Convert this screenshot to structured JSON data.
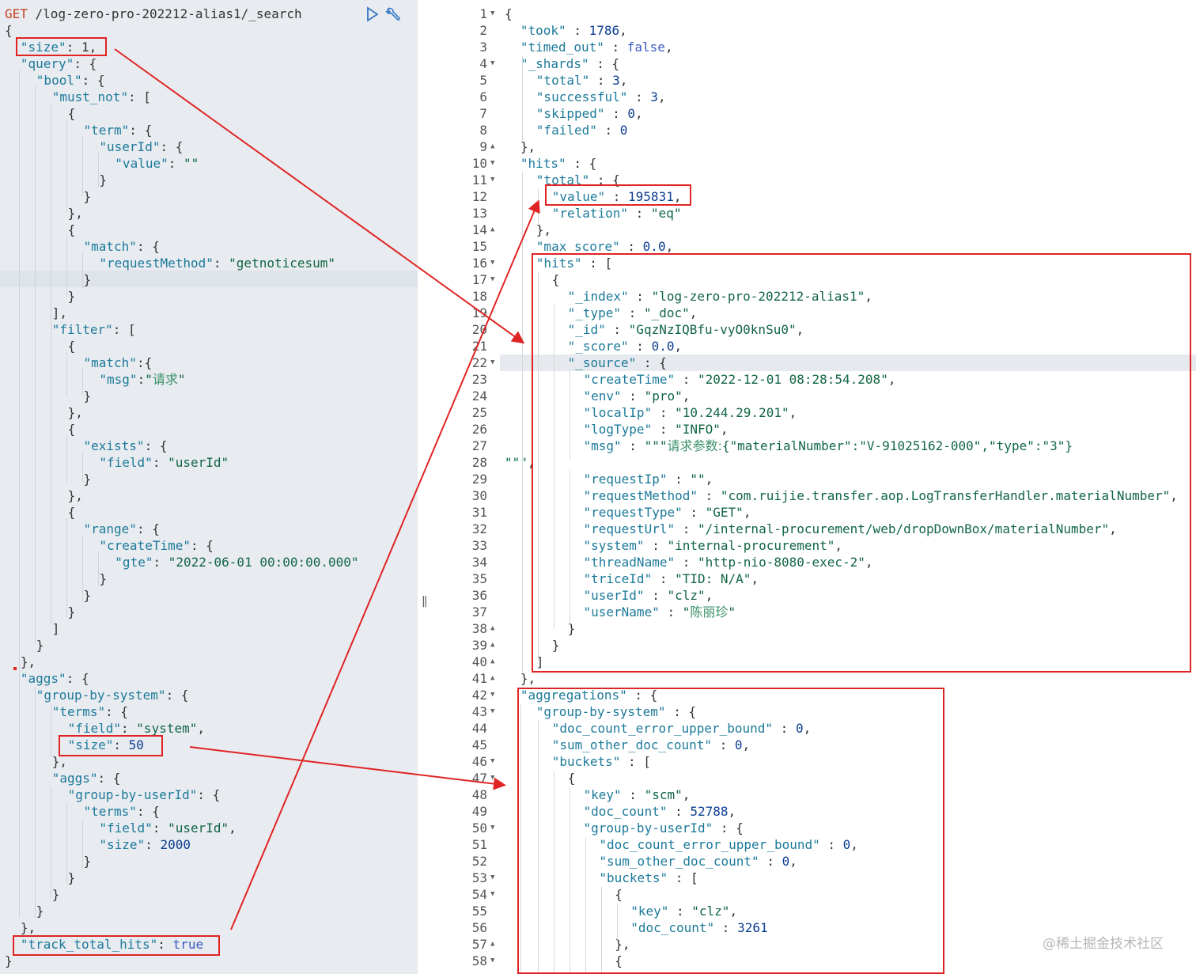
{
  "request": {
    "method": "GET",
    "path": " /log-zero-pro-202212-alias1/_search",
    "lines": [
      [
        [
          "p",
          "{"
        ]
      ],
      [
        [
          "k",
          "\"size\""
        ],
        [
          "p",
          ": 1,"
        ]
      ],
      [
        [
          "k",
          "\"query\""
        ],
        [
          "p",
          ": {"
        ]
      ],
      [
        [
          "k",
          "\"bool\""
        ],
        [
          "p",
          ": {"
        ]
      ],
      [
        [
          "k",
          "\"must_not\""
        ],
        [
          "p",
          ": ["
        ]
      ],
      [
        [
          "p",
          "{"
        ]
      ],
      [
        [
          "k",
          "\"term\""
        ],
        [
          "p",
          ": {"
        ]
      ],
      [
        [
          "k",
          "\"userId\""
        ],
        [
          "p",
          ": {"
        ]
      ],
      [
        [
          "k",
          "\"value\""
        ],
        [
          "p",
          ": "
        ],
        [
          "s",
          "\"\""
        ]
      ],
      [
        [
          "p",
          "}"
        ]
      ],
      [
        [
          "p",
          "}"
        ]
      ],
      [
        [
          "p",
          "},"
        ]
      ],
      [
        [
          "p",
          "{"
        ]
      ],
      [
        [
          "k",
          "\"match\""
        ],
        [
          "p",
          ": {"
        ]
      ],
      [
        [
          "k",
          "\"requestMethod\""
        ],
        [
          "p",
          ": "
        ],
        [
          "s",
          "\"getnoticesum\""
        ]
      ],
      [
        [
          "p",
          "}"
        ]
      ],
      [
        [
          "p",
          "}"
        ]
      ],
      [
        [
          "p",
          "],"
        ]
      ],
      [
        [
          "k",
          "\"filter\""
        ],
        [
          "p",
          ": ["
        ]
      ],
      [
        [
          "p",
          "{"
        ]
      ],
      [
        [
          "k",
          "\"match\""
        ],
        [
          "p",
          ":{"
        ]
      ],
      [
        [
          "k",
          "\"msg\""
        ],
        [
          "p",
          ":"
        ],
        [
          "s",
          "\""
        ],
        [
          "cn",
          "请求"
        ],
        [
          "s",
          "\""
        ]
      ],
      [
        [
          "p",
          "}"
        ]
      ],
      [
        [
          "p",
          "},"
        ]
      ],
      [
        [
          "p",
          "{"
        ]
      ],
      [
        [
          "k",
          "\"exists\""
        ],
        [
          "p",
          ": {"
        ]
      ],
      [
        [
          "k",
          "\"field\""
        ],
        [
          "p",
          ": "
        ],
        [
          "s",
          "\"userId\""
        ]
      ],
      [
        [
          "p",
          "}"
        ]
      ],
      [
        [
          "p",
          "},"
        ]
      ],
      [
        [
          "p",
          "{"
        ]
      ],
      [
        [
          "k",
          "\"range\""
        ],
        [
          "p",
          ": {"
        ]
      ],
      [
        [
          "k",
          "\"createTime\""
        ],
        [
          "p",
          ": {"
        ]
      ],
      [
        [
          "k",
          "\"gte\""
        ],
        [
          "p",
          ": "
        ],
        [
          "s",
          "\"2022-06-01 00:00:00.000\""
        ]
      ],
      [
        [
          "p",
          "}"
        ]
      ],
      [
        [
          "p",
          "}"
        ]
      ],
      [
        [
          "p",
          "}"
        ]
      ],
      [
        [
          "p",
          "]"
        ]
      ],
      [
        [
          "p",
          "}"
        ]
      ],
      [
        [
          "p",
          "},"
        ]
      ],
      [
        [
          "k",
          "\"aggs\""
        ],
        [
          "p",
          ": {"
        ]
      ],
      [
        [
          "k",
          "\"group-by-system\""
        ],
        [
          "p",
          ": {"
        ]
      ],
      [
        [
          "k",
          "\"terms\""
        ],
        [
          "p",
          ": {"
        ]
      ],
      [
        [
          "k",
          "\"field\""
        ],
        [
          "p",
          ": "
        ],
        [
          "s",
          "\"system\""
        ],
        [
          "p",
          ","
        ]
      ],
      [
        [
          "k",
          "\"size\""
        ],
        [
          "p",
          ": "
        ],
        [
          "n",
          "50"
        ]
      ],
      [
        [
          "p",
          "},"
        ]
      ],
      [
        [
          "k",
          "\"aggs\""
        ],
        [
          "p",
          ": {"
        ]
      ],
      [
        [
          "k",
          "\"group-by-userId\""
        ],
        [
          "p",
          ": {"
        ]
      ],
      [
        [
          "k",
          "\"terms\""
        ],
        [
          "p",
          ": {"
        ]
      ],
      [
        [
          "k",
          "\"field\""
        ],
        [
          "p",
          ": "
        ],
        [
          "s",
          "\"userId\""
        ],
        [
          "p",
          ","
        ]
      ],
      [
        [
          "k",
          "\"size\""
        ],
        [
          "p",
          ": "
        ],
        [
          "n",
          "2000"
        ]
      ],
      [
        [
          "p",
          "}"
        ]
      ],
      [
        [
          "p",
          "}"
        ]
      ],
      [
        [
          "p",
          "}"
        ]
      ],
      [
        [
          "p",
          "}"
        ]
      ],
      [
        [
          "p",
          "},"
        ]
      ],
      [
        [
          "k",
          "\"track_total_hits\""
        ],
        [
          "p",
          ": "
        ],
        [
          "b",
          "true"
        ]
      ],
      [
        [
          "p",
          "}"
        ]
      ]
    ]
  },
  "response": {
    "line_numbers": [
      "1",
      "2",
      "3",
      "4",
      "5",
      "6",
      "7",
      "8",
      "9",
      "10",
      "11",
      "12",
      "13",
      "14",
      "15",
      "16",
      "17",
      "18",
      "19",
      "20",
      "21",
      "22",
      "23",
      "24",
      "25",
      "26",
      "27",
      "28",
      "29",
      "30",
      "31",
      "32",
      "33",
      "34",
      "35",
      "36",
      "37",
      "38",
      "39",
      "40",
      "41",
      "42",
      "43",
      "44",
      "45",
      "46",
      "47",
      "48",
      "49",
      "50",
      "51",
      "52",
      "53",
      "54",
      "55",
      "56",
      "57",
      "58"
    ],
    "lines": [
      [
        [
          "p",
          "{"
        ]
      ],
      [
        [
          "k",
          "\"took\""
        ],
        [
          "p",
          " : "
        ],
        [
          "n",
          "1786"
        ],
        [
          "p",
          ","
        ]
      ],
      [
        [
          "k",
          "\"timed_out\""
        ],
        [
          "p",
          " : "
        ],
        [
          "b",
          "false"
        ],
        [
          "p",
          ","
        ]
      ],
      [
        [
          "k",
          "\"_shards\""
        ],
        [
          "p",
          " : {"
        ]
      ],
      [
        [
          "k",
          "\"total\""
        ],
        [
          "p",
          " : "
        ],
        [
          "n",
          "3"
        ],
        [
          "p",
          ","
        ]
      ],
      [
        [
          "k",
          "\"successful\""
        ],
        [
          "p",
          " : "
        ],
        [
          "n",
          "3"
        ],
        [
          "p",
          ","
        ]
      ],
      [
        [
          "k",
          "\"skipped\""
        ],
        [
          "p",
          " : "
        ],
        [
          "n",
          "0"
        ],
        [
          "p",
          ","
        ]
      ],
      [
        [
          "k",
          "\"failed\""
        ],
        [
          "p",
          " : "
        ],
        [
          "n",
          "0"
        ]
      ],
      [
        [
          "p",
          "},"
        ]
      ],
      [
        [
          "k",
          "\"hits\""
        ],
        [
          "p",
          " : {"
        ]
      ],
      [
        [
          "k",
          "\"total\""
        ],
        [
          "p",
          " : {"
        ]
      ],
      [
        [
          "k",
          "\"value\""
        ],
        [
          "p",
          " : "
        ],
        [
          "n",
          "195831"
        ],
        [
          "p",
          ","
        ]
      ],
      [
        [
          "k",
          "\"relation\""
        ],
        [
          "p",
          " : "
        ],
        [
          "s",
          "\"eq\""
        ]
      ],
      [
        [
          "p",
          "},"
        ]
      ],
      [
        [
          "k",
          "\"max_score\""
        ],
        [
          "p",
          " : "
        ],
        [
          "n",
          "0.0"
        ],
        [
          "p",
          ","
        ]
      ],
      [
        [
          "k",
          "\"hits\""
        ],
        [
          "p",
          " : ["
        ]
      ],
      [
        [
          "p",
          "{"
        ]
      ],
      [
        [
          "k",
          "\"_index\""
        ],
        [
          "p",
          " : "
        ],
        [
          "s",
          "\"log-zero-pro-202212-alias1\""
        ],
        [
          "p",
          ","
        ]
      ],
      [
        [
          "k",
          "\"_type\""
        ],
        [
          "p",
          " : "
        ],
        [
          "s",
          "\"_doc\""
        ],
        [
          "p",
          ","
        ]
      ],
      [
        [
          "k",
          "\"_id\""
        ],
        [
          "p",
          " : "
        ],
        [
          "s",
          "\"GqzNzIQBfu-vyO0knSu0\""
        ],
        [
          "p",
          ","
        ]
      ],
      [
        [
          "k",
          "\"_score\""
        ],
        [
          "p",
          " : "
        ],
        [
          "n",
          "0.0"
        ],
        [
          "p",
          ","
        ]
      ],
      [
        [
          "k",
          "\"_source\""
        ],
        [
          "p",
          " : {"
        ]
      ],
      [
        [
          "k",
          "\"createTime\""
        ],
        [
          "p",
          " : "
        ],
        [
          "s",
          "\"2022-12-01 08:28:54.208\""
        ],
        [
          "p",
          ","
        ]
      ],
      [
        [
          "k",
          "\"env\""
        ],
        [
          "p",
          " : "
        ],
        [
          "s",
          "\"pro\""
        ],
        [
          "p",
          ","
        ]
      ],
      [
        [
          "k",
          "\"localIp\""
        ],
        [
          "p",
          " : "
        ],
        [
          "s",
          "\"10.244.29.201\""
        ],
        [
          "p",
          ","
        ]
      ],
      [
        [
          "k",
          "\"logType\""
        ],
        [
          "p",
          " : "
        ],
        [
          "s",
          "\"INFO\""
        ],
        [
          "p",
          ","
        ]
      ],
      [
        [
          "k",
          "\"msg\""
        ],
        [
          "p",
          " : "
        ],
        [
          "s",
          "\"\"\""
        ],
        [
          "cn",
          "请求参数:"
        ],
        [
          "s",
          "{\"materialNumber\":\"V-91025162-000\",\"type\":\"3\"}"
        ]
      ],
      [
        [
          "s",
          "\"\"\""
        ],
        [
          "p",
          ","
        ]
      ],
      [
        [
          "k",
          "\"requestIp\""
        ],
        [
          "p",
          " : "
        ],
        [
          "s",
          "\"\""
        ],
        [
          "p",
          ","
        ]
      ],
      [
        [
          "k",
          "\"requestMethod\""
        ],
        [
          "p",
          " : "
        ],
        [
          "s",
          "\"com.ruijie.transfer.aop.LogTransferHandler.materialNumber\""
        ],
        [
          "p",
          ","
        ]
      ],
      [
        [
          "k",
          "\"requestType\""
        ],
        [
          "p",
          " : "
        ],
        [
          "s",
          "\"GET\""
        ],
        [
          "p",
          ","
        ]
      ],
      [
        [
          "k",
          "\"requestUrl\""
        ],
        [
          "p",
          " : "
        ],
        [
          "s",
          "\"/internal-procurement/web/dropDownBox/materialNumber\""
        ],
        [
          "p",
          ","
        ]
      ],
      [
        [
          "k",
          "\"system\""
        ],
        [
          "p",
          " : "
        ],
        [
          "s",
          "\"internal-procurement\""
        ],
        [
          "p",
          ","
        ]
      ],
      [
        [
          "k",
          "\"threadName\""
        ],
        [
          "p",
          " : "
        ],
        [
          "s",
          "\"http-nio-8080-exec-2\""
        ],
        [
          "p",
          ","
        ]
      ],
      [
        [
          "k",
          "\"triceId\""
        ],
        [
          "p",
          " : "
        ],
        [
          "s",
          "\"TID: N/A\""
        ],
        [
          "p",
          ","
        ]
      ],
      [
        [
          "k",
          "\"userId\""
        ],
        [
          "p",
          " : "
        ],
        [
          "s",
          "\"clz\""
        ],
        [
          "p",
          ","
        ]
      ],
      [
        [
          "k",
          "\"userName\""
        ],
        [
          "p",
          " : "
        ],
        [
          "s",
          "\""
        ],
        [
          "cn",
          "陈丽珍"
        ],
        [
          "s",
          "\""
        ]
      ],
      [
        [
          "p",
          "}"
        ]
      ],
      [
        [
          "p",
          "}"
        ]
      ],
      [
        [
          "p",
          "]"
        ]
      ],
      [
        [
          "p",
          "},"
        ]
      ],
      [
        [
          "k",
          "\"aggregations\""
        ],
        [
          "p",
          " : {"
        ]
      ],
      [
        [
          "k",
          "\"group-by-system\""
        ],
        [
          "p",
          " : {"
        ]
      ],
      [
        [
          "k",
          "\"doc_count_error_upper_bound\""
        ],
        [
          "p",
          " : "
        ],
        [
          "n",
          "0"
        ],
        [
          "p",
          ","
        ]
      ],
      [
        [
          "k",
          "\"sum_other_doc_count\""
        ],
        [
          "p",
          " : "
        ],
        [
          "n",
          "0"
        ],
        [
          "p",
          ","
        ]
      ],
      [
        [
          "k",
          "\"buckets\""
        ],
        [
          "p",
          " : ["
        ]
      ],
      [
        [
          "p",
          "{"
        ]
      ],
      [
        [
          "k",
          "\"key\""
        ],
        [
          "p",
          " : "
        ],
        [
          "s",
          "\"scm\""
        ],
        [
          "p",
          ","
        ]
      ],
      [
        [
          "k",
          "\"doc_count\""
        ],
        [
          "p",
          " : "
        ],
        [
          "n",
          "52788"
        ],
        [
          "p",
          ","
        ]
      ],
      [
        [
          "k",
          "\"group-by-userId\""
        ],
        [
          "p",
          " : {"
        ]
      ],
      [
        [
          "k",
          "\"doc_count_error_upper_bound\""
        ],
        [
          "p",
          " : "
        ],
        [
          "n",
          "0"
        ],
        [
          "p",
          ","
        ]
      ],
      [
        [
          "k",
          "\"sum_other_doc_count\""
        ],
        [
          "p",
          " : "
        ],
        [
          "n",
          "0"
        ],
        [
          "p",
          ","
        ]
      ],
      [
        [
          "k",
          "\"buckets\""
        ],
        [
          "p",
          " : ["
        ]
      ],
      [
        [
          "p",
          "{"
        ]
      ],
      [
        [
          "k",
          "\"key\""
        ],
        [
          "p",
          " : "
        ],
        [
          "s",
          "\"clz\""
        ],
        [
          "p",
          ","
        ]
      ],
      [
        [
          "k",
          "\"doc_count\""
        ],
        [
          "p",
          " : "
        ],
        [
          "n",
          "3261"
        ]
      ],
      [
        [
          "p",
          "},"
        ]
      ],
      [
        [
          "p",
          "{"
        ]
      ]
    ]
  },
  "watermark": "@稀土掘金技术社区",
  "divider_handle": "||",
  "icons": [
    "play-icon",
    "wrench-icon"
  ],
  "colors": {
    "annotation": "#e02424",
    "method": "#c43f1d"
  }
}
